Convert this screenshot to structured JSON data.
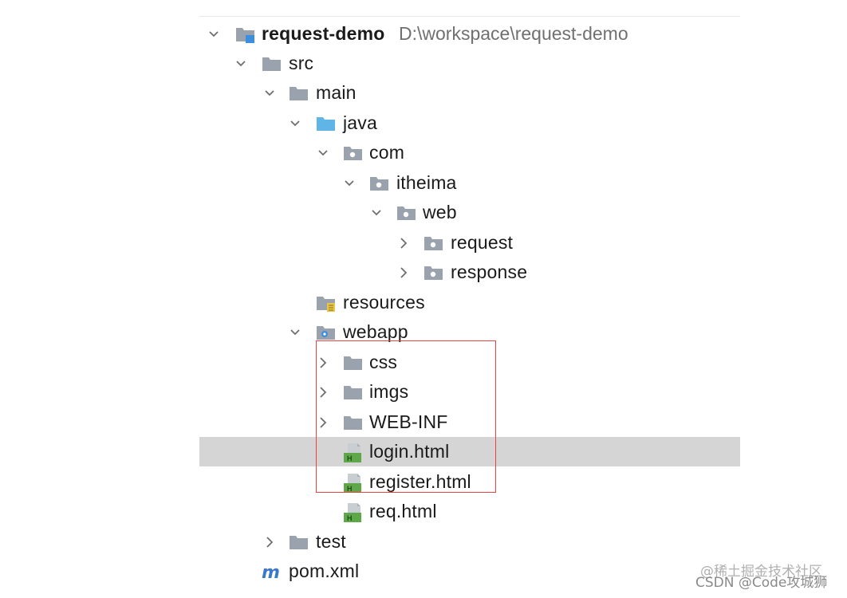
{
  "tree": {
    "project": {
      "name": "request-demo",
      "path": "D:\\workspace\\request-demo"
    },
    "items": [
      {
        "key": "project",
        "label": "request-demo",
        "toggle": "expanded",
        "icon": "project-folder-icon"
      },
      {
        "key": "src",
        "label": "src",
        "toggle": "expanded",
        "icon": "folder-icon"
      },
      {
        "key": "main",
        "label": "main",
        "toggle": "expanded",
        "icon": "folder-icon"
      },
      {
        "key": "java",
        "label": "java",
        "toggle": "expanded",
        "icon": "source-root-folder-icon"
      },
      {
        "key": "com",
        "label": "com",
        "toggle": "expanded",
        "icon": "package-icon"
      },
      {
        "key": "itheima",
        "label": "itheima",
        "toggle": "expanded",
        "icon": "package-icon"
      },
      {
        "key": "web",
        "label": "web",
        "toggle": "expanded",
        "icon": "package-icon"
      },
      {
        "key": "request",
        "label": "request",
        "toggle": "collapsed",
        "icon": "package-icon"
      },
      {
        "key": "response",
        "label": "response",
        "toggle": "collapsed",
        "icon": "package-icon"
      },
      {
        "key": "resources",
        "label": "resources",
        "toggle": "none",
        "icon": "resources-folder-icon"
      },
      {
        "key": "webapp",
        "label": "webapp",
        "toggle": "expanded",
        "icon": "web-folder-icon"
      },
      {
        "key": "css",
        "label": "css",
        "toggle": "collapsed",
        "icon": "folder-icon"
      },
      {
        "key": "imgs",
        "label": "imgs",
        "toggle": "collapsed",
        "icon": "folder-icon"
      },
      {
        "key": "webinf",
        "label": "WEB-INF",
        "toggle": "collapsed",
        "icon": "folder-icon"
      },
      {
        "key": "login",
        "label": "login.html",
        "toggle": "none",
        "icon": "html-file-icon",
        "selected": true
      },
      {
        "key": "register",
        "label": "register.html",
        "toggle": "none",
        "icon": "html-file-icon"
      },
      {
        "key": "req",
        "label": "req.html",
        "toggle": "none",
        "icon": "html-file-icon"
      },
      {
        "key": "test",
        "label": "test",
        "toggle": "collapsed",
        "icon": "folder-icon"
      },
      {
        "key": "pom",
        "label": "pom.xml",
        "toggle": "none",
        "icon": "maven-file-icon"
      }
    ]
  },
  "watermark": {
    "line1": "@稀土掘金技术社区",
    "line2": "CSDN @Code攻城狮"
  },
  "colors": {
    "selection": "#d5d5d5",
    "highlight_border": "#e64545",
    "folder_gray": "#9aa3ad",
    "source_blue": "#5fb6e6",
    "html_green": "#5fa84a"
  }
}
